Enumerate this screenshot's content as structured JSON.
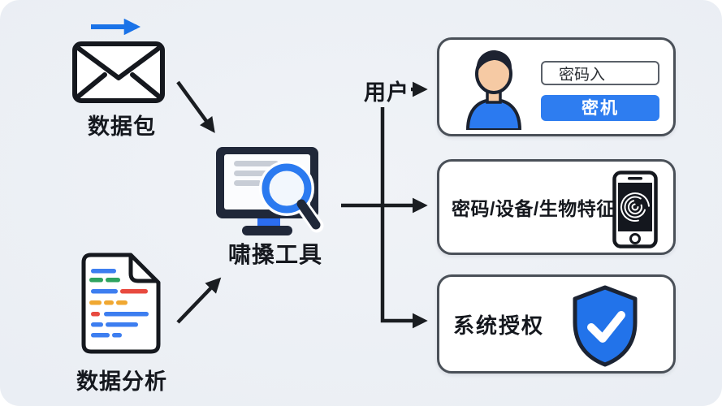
{
  "colors": {
    "background": "#eaeef3",
    "accent_blue": "#2b7af0",
    "outline_dark": "#1d2430",
    "box_border": "#4a5058",
    "button_blue": "#2e7df0",
    "shield_blue": "#2273ea",
    "doc_line_blue": "#3d7ef0",
    "doc_line_green": "#2ea35f",
    "doc_line_red": "#e84a3f",
    "doc_line_yellow": "#f0a832",
    "screen_line_gray": "#c8cdd6"
  },
  "left": {
    "packet": {
      "label": "数据包",
      "icon": "envelope-icon",
      "motion_icon": "blue-right-arrow-icon"
    },
    "analysis": {
      "label": "数据分析",
      "icon": "document-code-icon"
    }
  },
  "center": {
    "tool": {
      "label": "啸搡工具",
      "icon": "monitor-magnifier-icon"
    }
  },
  "flow": {
    "user_label": "用户"
  },
  "right": {
    "login_box": {
      "avatar": "user-avatar",
      "password_value": "密码入",
      "submit_label": "密机"
    },
    "factors_box": {
      "label": "密码/设备/生物特征",
      "icon": "phone-fingerprint-icon"
    },
    "authorize_box": {
      "label": "系统授权",
      "icon": "shield-check-icon"
    }
  }
}
